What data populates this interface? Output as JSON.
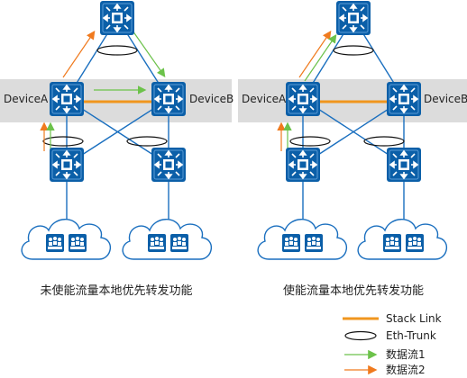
{
  "left_panel": {
    "device_a": "DeviceA",
    "device_b": "DeviceB",
    "caption": "未使能流量本地优先转发功能"
  },
  "right_panel": {
    "device_a": "DeviceA",
    "device_b": "DeviceB",
    "caption": "使能流量本地优先转发功能"
  },
  "legend": {
    "stack_link": "Stack Link",
    "eth_trunk": "Eth-Trunk",
    "flow1": "数据流1",
    "flow2": "数据流2"
  },
  "colors": {
    "switch": "#0b5fa8",
    "link": "#1a6fbf",
    "stack_link": "#f0961e",
    "flow1": "#6cc24a",
    "flow2": "#f07a1e",
    "stack_band": "#dcdcdc",
    "cloud_stroke": "#1a6fbf"
  },
  "icons": [
    "switch-icon",
    "user-group-icon",
    "cloud-icon"
  ]
}
